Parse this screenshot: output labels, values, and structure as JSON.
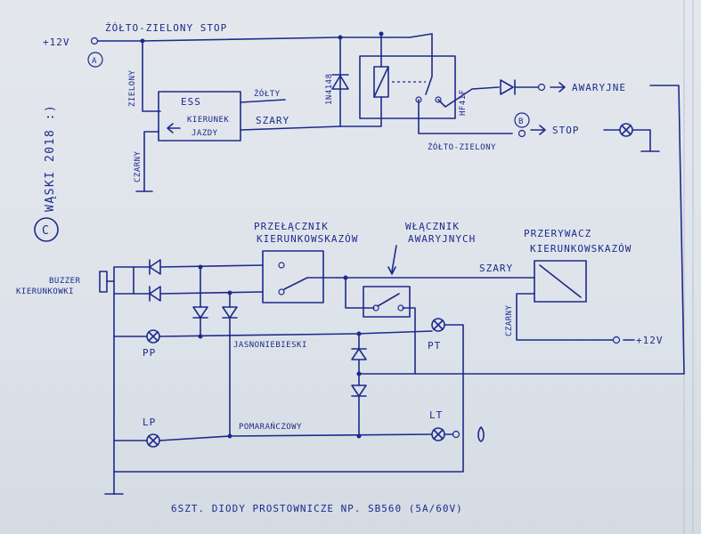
{
  "labels": {
    "plus12v_top": "+12V",
    "node_a": "A",
    "node_b": "B",
    "yellow_green_stop_top": "ŻÓŁTO-ZIELONY STOP",
    "green_wire": "ZIELONY",
    "black_wire_top": "CZARNY",
    "ess_title": "ESS",
    "ess_line2": "KIERUNEK",
    "ess_line3": "JAZDY",
    "yellow_wire": "ŻÓŁTY",
    "grey_wire_top": "SZARY",
    "diode_1n": "1N4148",
    "relay_hf": "HF41F",
    "awaryjne": "AWARYJNE",
    "stop": "STOP",
    "yellow_green_bottom": "ŻÓŁTO-ZIELONY",
    "author": "WĄSKI 2018 :)",
    "copyright": "C",
    "turn_switch": "PRZEŁĄCZNIK",
    "turn_switch2": "KIERUNKOWSKAZÓW",
    "hazard_switch": "WŁĄCZNIK",
    "hazard_switch2": "AWARYJNYCH",
    "flasher": "PRZERYWACZ",
    "flasher2": "KIERUNKOWSKAZÓW",
    "grey_wire_mid": "SZARY",
    "black_wire_mid": "CZARNY",
    "plus12v_mid": "+12V",
    "buzzer": "BUZZER",
    "buzzer2": "KIERUNKOWKI",
    "pp": "PP",
    "pt": "PT",
    "lp": "LP",
    "lt": "LT",
    "light_blue": "JASNONIEBIESKI",
    "orange": "POMARAŃCZOWY",
    "footer": "6SZT. DIODY PROSTOWNICZE NP. SB560 (5A/60V)"
  }
}
